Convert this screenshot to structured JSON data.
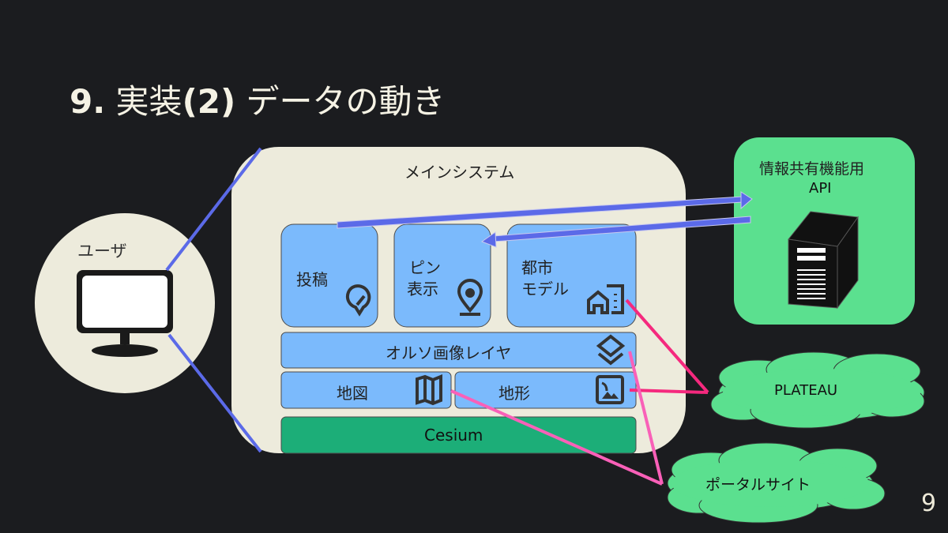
{
  "slide": {
    "title_number": "9.",
    "title_main": "実装",
    "title_paren": "(2)",
    "title_rest": "データの動き",
    "page_number": "9"
  },
  "user": {
    "label": "ユーザ",
    "icon": "monitor-icon"
  },
  "main_system": {
    "label": "メインシステム",
    "modules": [
      {
        "id": "post",
        "label": "投稿",
        "icon": "pin-edit-icon"
      },
      {
        "id": "pin",
        "label_line1": "ピン",
        "label_line2": "表示",
        "icon": "location-pin-icon"
      },
      {
        "id": "city",
        "label_line1": "都市",
        "label_line2": "モデル",
        "icon": "city-building-icon"
      }
    ],
    "ortho_layer": {
      "label": "オルソ画像レイヤ",
      "icon": "layers-icon"
    },
    "map": {
      "label": "地図",
      "icon": "map-icon"
    },
    "terrain": {
      "label": "地形",
      "icon": "image-landscape-icon"
    },
    "base": {
      "label": "Cesium"
    }
  },
  "api": {
    "label_line1": "情報共有機能用",
    "label_line2": "API",
    "icon": "server-icon"
  },
  "clouds": [
    {
      "id": "plateau",
      "label": "PLATEAU"
    },
    {
      "id": "portal",
      "label": "ポータルサイト"
    }
  ],
  "colors": {
    "background": "#1b1c1f",
    "panel": "#edebdc",
    "module": "#7bbafc",
    "cesium": "#1cae78",
    "api_box": "#5be08f",
    "cloud": "#5be08f",
    "user_link": "#5b6ae8",
    "data_arrow": "#5b6ae8",
    "plateau_link": "#f5297e",
    "portal_link": "#f960b8"
  }
}
